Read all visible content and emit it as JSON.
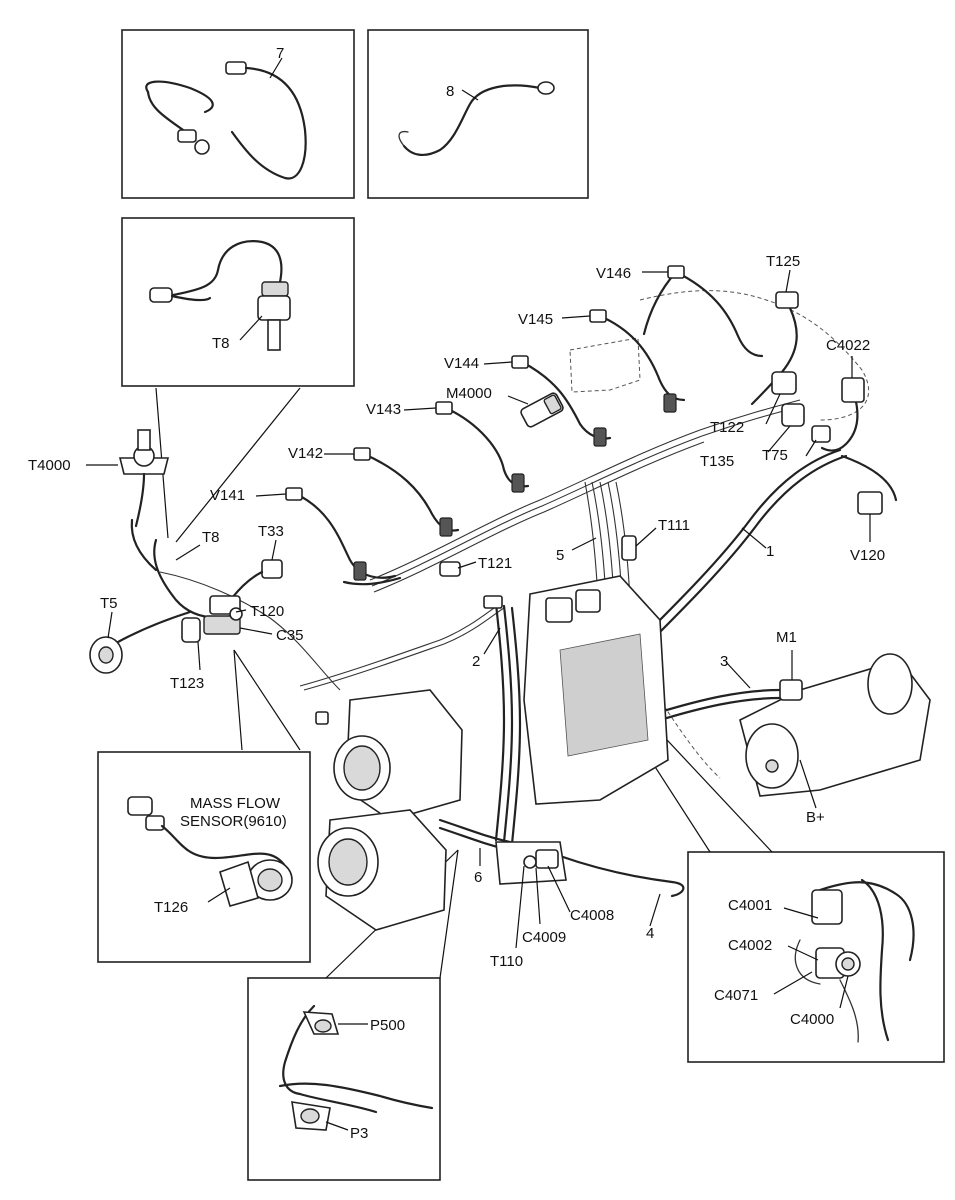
{
  "labels": {
    "n1": "1",
    "n2": "2",
    "n3": "3",
    "n4": "4",
    "n5": "5",
    "n6": "6",
    "n7": "7",
    "n8": "8",
    "T8a": "T8",
    "T8b": "T8",
    "T4000": "T4000",
    "T33": "T33",
    "T5": "T5",
    "T120": "T120",
    "C35": "C35",
    "T123": "T123",
    "V141": "V141",
    "V142": "V142",
    "V143": "V143",
    "V144": "V144",
    "V145": "V145",
    "V146": "V146",
    "M4000": "M4000",
    "T121": "T121",
    "T111": "T111",
    "T125": "T125",
    "C4022": "C4022",
    "T122": "T122",
    "T135": "T135",
    "T75": "T75",
    "V120": "V120",
    "M1": "M1",
    "Bplus": "B+",
    "mass1": "MASS FLOW",
    "mass2": "SENSOR(9610)",
    "T126": "T126",
    "C4008": "C4008",
    "C4009": "C4009",
    "T110": "T110",
    "P500": "P500",
    "P3": "P3",
    "C4001": "C4001",
    "C4002": "C4002",
    "C4071": "C4071",
    "C4000": "C4000"
  }
}
